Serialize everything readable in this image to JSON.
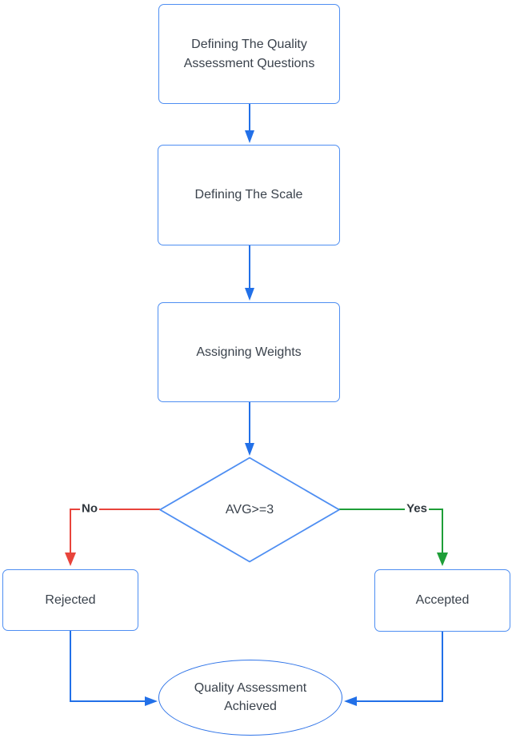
{
  "flowchart": {
    "nodes": {
      "defining_questions": {
        "label": "Defining The Quality Assessment Questions",
        "shape": "rectangle"
      },
      "defining_scale": {
        "label": "Defining The Scale",
        "shape": "rectangle"
      },
      "assigning_weights": {
        "label": "Assigning Weights",
        "shape": "rectangle"
      },
      "decision": {
        "label": "AVG>=3",
        "shape": "diamond"
      },
      "rejected": {
        "label": "Rejected",
        "shape": "rectangle"
      },
      "accepted": {
        "label": "Accepted",
        "shape": "rectangle"
      },
      "achieved": {
        "label": "Quality Assessment Achieved",
        "shape": "ellipse"
      }
    },
    "edge_labels": {
      "no": "No",
      "yes": "Yes"
    },
    "colors": {
      "shape_border_blue": "#4e8ef2",
      "ellipse_border_blue": "#2f74e8",
      "arrow_blue": "#2270e8",
      "arrow_red": "#e8443b",
      "arrow_green": "#1e9e38",
      "text": "#3a424c"
    }
  }
}
